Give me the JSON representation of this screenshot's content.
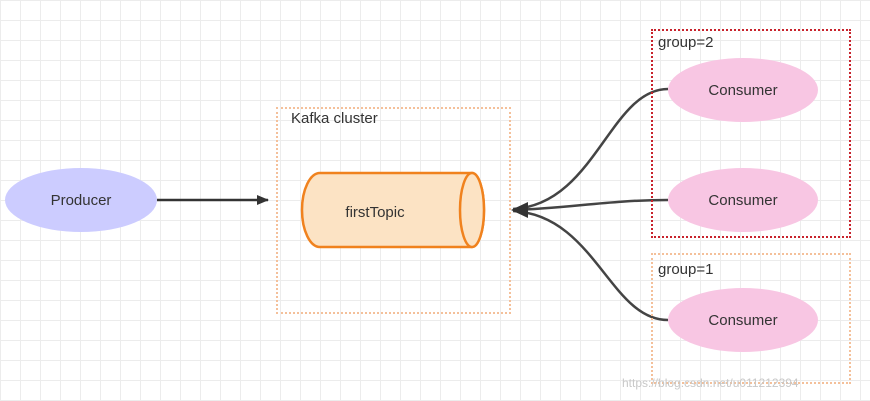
{
  "producer": {
    "label": "Producer"
  },
  "cluster": {
    "label": "Kafka cluster",
    "topic": "firstTopic"
  },
  "groups": [
    {
      "label": "group=2",
      "consumers": [
        "Consumer",
        "Consumer"
      ]
    },
    {
      "label": "group=1",
      "consumers": [
        "Consumer"
      ]
    }
  ],
  "watermark": "https://blog.csdn.net/u011212394",
  "colors": {
    "producer_fill": "#ccccff",
    "consumer_fill": "#f8c6e3",
    "topic_fill": "#fce3c4",
    "topic_stroke": "#f0821e",
    "group2_border": "#c8232c",
    "group1_border": "#f4c09a",
    "cluster_border": "#f4c09a",
    "edge": "#333333"
  }
}
